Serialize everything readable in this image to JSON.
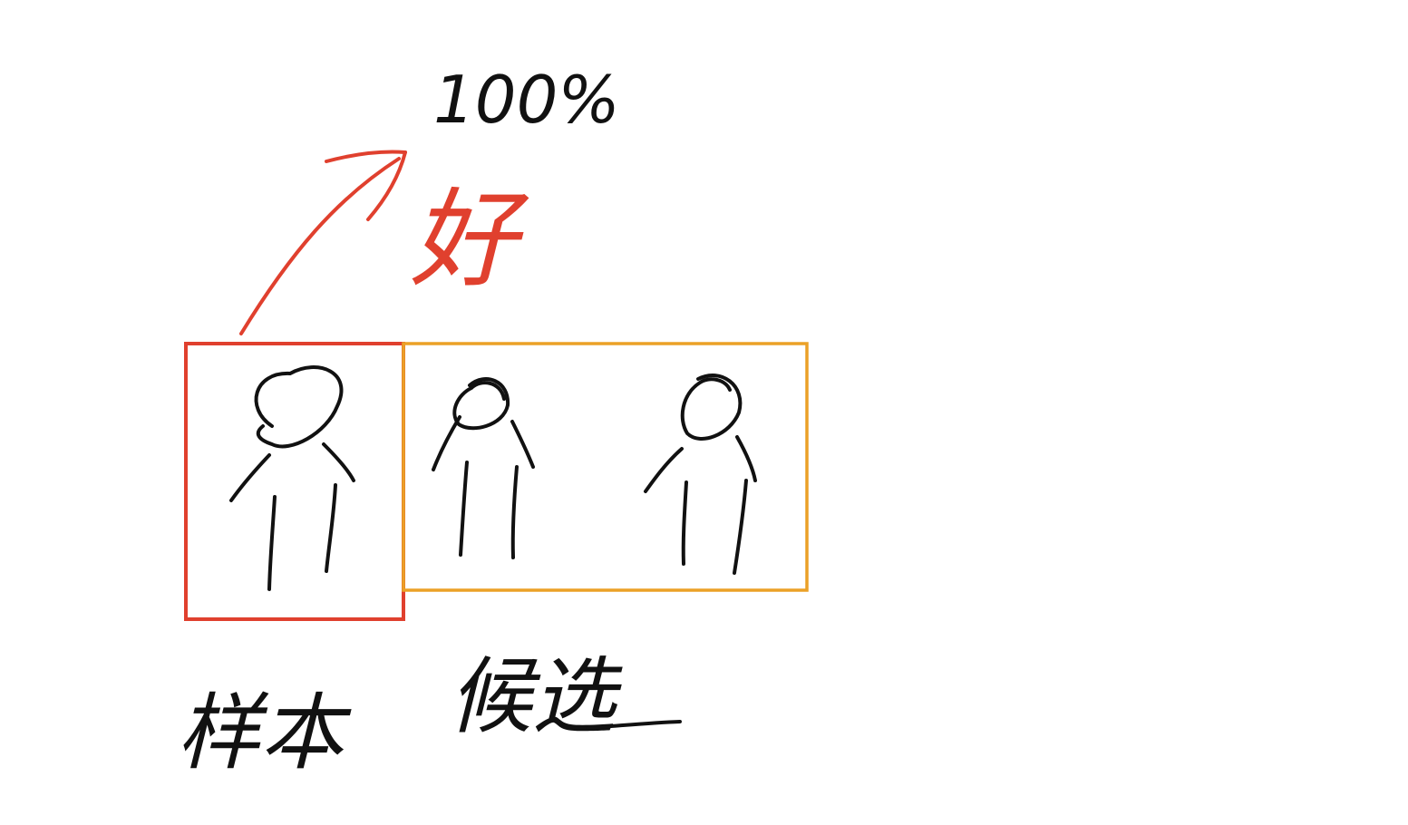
{
  "annotation": {
    "percent": "100%",
    "good_label": "好"
  },
  "labels": {
    "sample": "样本",
    "candidates": "候选"
  },
  "colors": {
    "sample_box": "#e0402e",
    "candidate_box": "#eba127",
    "arrow": "#e0402e",
    "ink": "#111111"
  },
  "figures": {
    "sample_count": 1,
    "candidate_count": 2
  }
}
